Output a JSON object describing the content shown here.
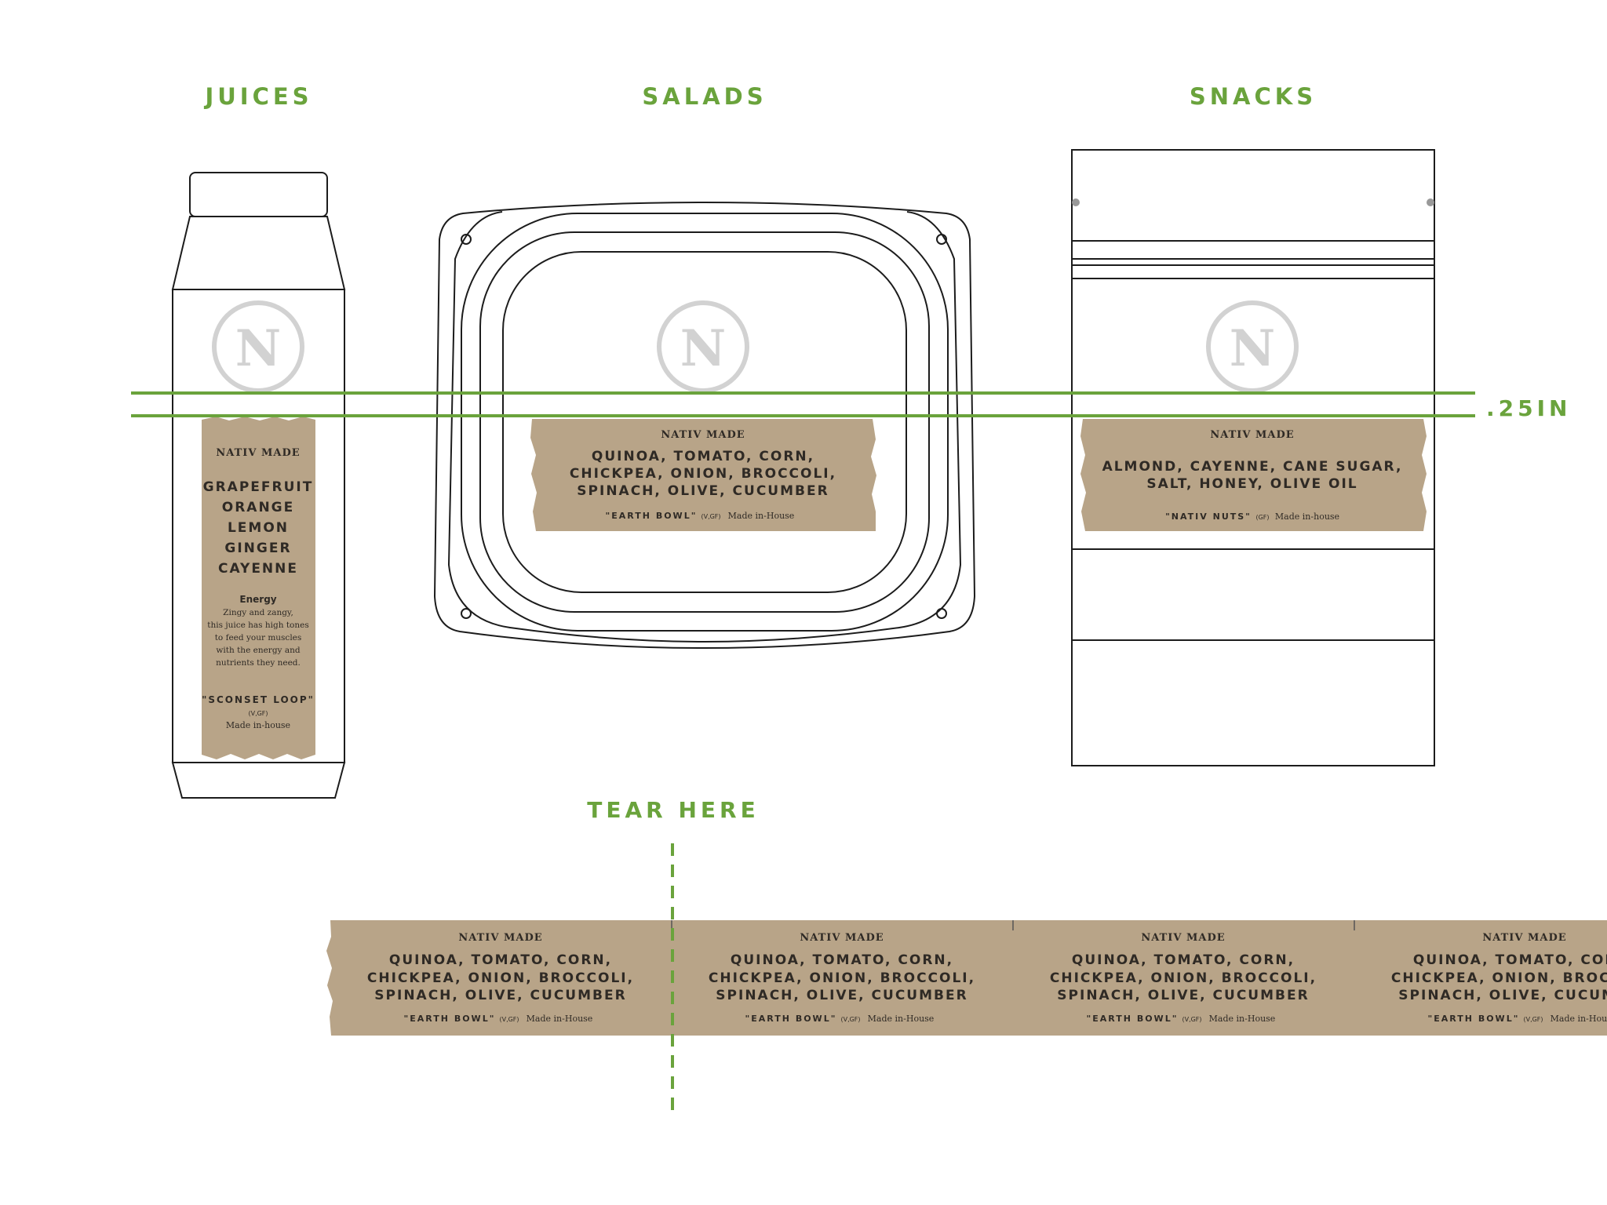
{
  "colors": {
    "accent_green": "#6aa33c",
    "label_tan": "#b8a488",
    "label_text": "#2f2a25",
    "outline": "#1c1c1c",
    "logo_gray": "#d2d2d2"
  },
  "headers": {
    "juices": "JUICES",
    "salads": "SALADS",
    "snacks": "SNACKS"
  },
  "guide": {
    "measure": ".25IN",
    "tear": "TEAR HERE"
  },
  "logo": {
    "letter": "N",
    "icon": "nativ-n-logo-icon"
  },
  "juice_label": {
    "brand": "NATIV MADE",
    "ingredients": [
      "GRAPEFRUIT",
      "ORANGE",
      "LEMON",
      "GINGER",
      "CAYENNE"
    ],
    "benefit_title": "Energy",
    "description": [
      "Zingy and zangy,",
      "this juice has high tones",
      "to feed your muscles",
      "with the energy and",
      "nutrients they need."
    ],
    "name": "\"SCONSET LOOP\"",
    "tags": "(V,GF)",
    "made": "Made in-house"
  },
  "salad_label": {
    "brand": "NATIV MADE",
    "ingredients": [
      "QUINOA, TOMATO, CORN,",
      "CHICKPEA, ONION, BROCCOLI,",
      "SPINACH, OLIVE, CUCUMBER"
    ],
    "name": "\"EARTH BOWL\"",
    "tags": "(V,GF)",
    "made": "Made in-House"
  },
  "snack_label": {
    "brand": "NATIV MADE",
    "ingredients": [
      "ALMOND, CAYENNE, CANE SUGAR,",
      "SALT, HONEY, OLIVE OIL"
    ],
    "name": "\"NATIV NUTS\"",
    "tags": "(GF)",
    "made": "Made in-house"
  },
  "strip_label": {
    "brand": "NATIV MADE",
    "ingredients": [
      "QUINOA, TOMATO, CORN,",
      "CHICKPEA, ONION, BROCCOLI,",
      "SPINACH, OLIVE, CUCUMBER"
    ],
    "name": "\"EARTH BOWL\"",
    "tags": "(V,GF)",
    "made": "Made in-House"
  }
}
